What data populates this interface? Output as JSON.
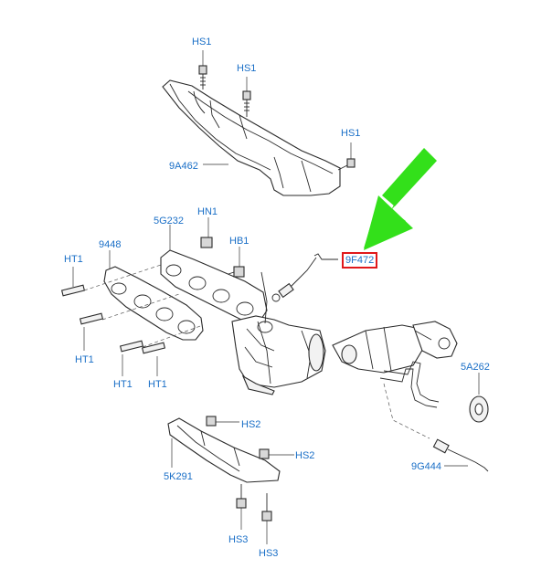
{
  "callouts": {
    "hs1_a": "HS1",
    "hs1_b": "HS1",
    "hs1_c": "HS1",
    "heat_shield": "9A462",
    "gasket_5g232": "5G232",
    "hn1": "HN1",
    "hb1": "HB1",
    "gasket_9448": "9448",
    "ht1_a": "HT1",
    "ht1_b": "HT1",
    "ht1_c": "HT1",
    "ht1_d": "HT1",
    "sensor_9f472": "9F472",
    "hs2_a": "HS2",
    "hs2_b": "HS2",
    "bracket_5k291": "5K291",
    "hs3_a": "HS3",
    "hs3_b": "HS3",
    "hanger_5a262": "5A262",
    "sensor_9g444": "9G444"
  },
  "highlight": {
    "boxed_callout": "9F472",
    "box_color": "#e0181b",
    "arrow_color": "#33e01a"
  },
  "colors": {
    "callout_text": "#1a6fc7",
    "line_art": "#2a2a2a"
  }
}
